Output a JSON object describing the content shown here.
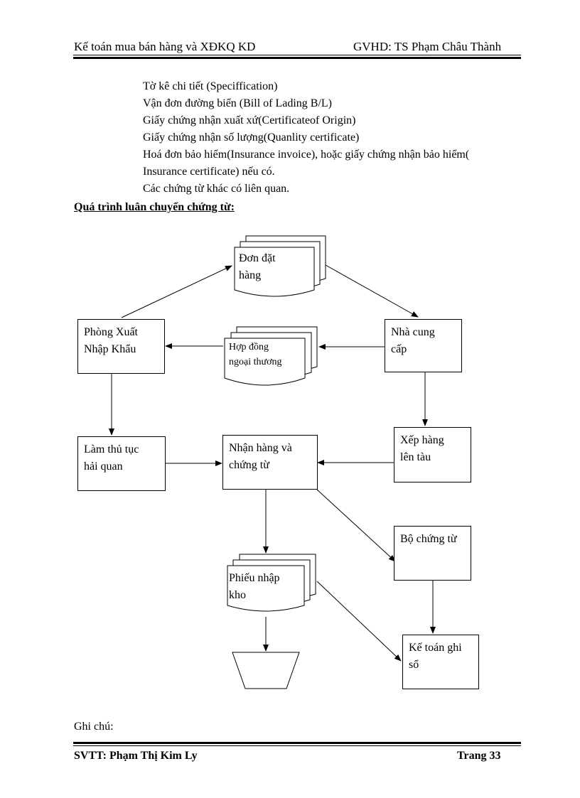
{
  "header": {
    "left": "Kế toán mua bán hàng và XĐKQ KD",
    "right": "GVHD: TS Phạm Châu Thành"
  },
  "doc_list": [
    "Tờ kê chi tiết (Speciffication)",
    "Vận đơn đường biển (Bill of Lading B/L)",
    "Giấy chứng nhận xuất xứ(Certificateof Origin)",
    "Giấy chứng nhận số lượng(Quanlity certificate)",
    "Hoá đơn bảo hiểm(Insurance invoice), hoặc giấy chứng nhận bảo hiểm(",
    "Insurance certificate) nếu có.",
    "Các chứng từ khác có liên quan."
  ],
  "section_title": "Quá trình luân chuyển chứng từ:",
  "flowchart": {
    "don_dat_hang": [
      "Đơn đặt",
      "hàng"
    ],
    "phong_xnk": [
      "Phòng Xuất",
      "Nhập Khẩu"
    ],
    "hop_dong": [
      "Hợp đồng",
      "ngoại thương"
    ],
    "nha_cung_cap": [
      "Nhà cung",
      "cấp"
    ],
    "lam_thu_tuc": [
      "Làm thủ tục",
      "hải quan"
    ],
    "nhan_hang": [
      "Nhận hàng và",
      "chứng từ"
    ],
    "xep_hang": [
      "Xếp hàng",
      "lên tàu"
    ],
    "bo_chung_tu": [
      "Bộ chứng từ"
    ],
    "phieu_nhap_kho": [
      "Phiếu nhập",
      "kho"
    ],
    "ke_toan_ghi_so": [
      "Kế toán ghi",
      "sổ"
    ]
  },
  "note": "Ghi chú:",
  "footer": {
    "left": "SVTT: Phạm Thị Kim Ly",
    "right": "Trang 33"
  }
}
